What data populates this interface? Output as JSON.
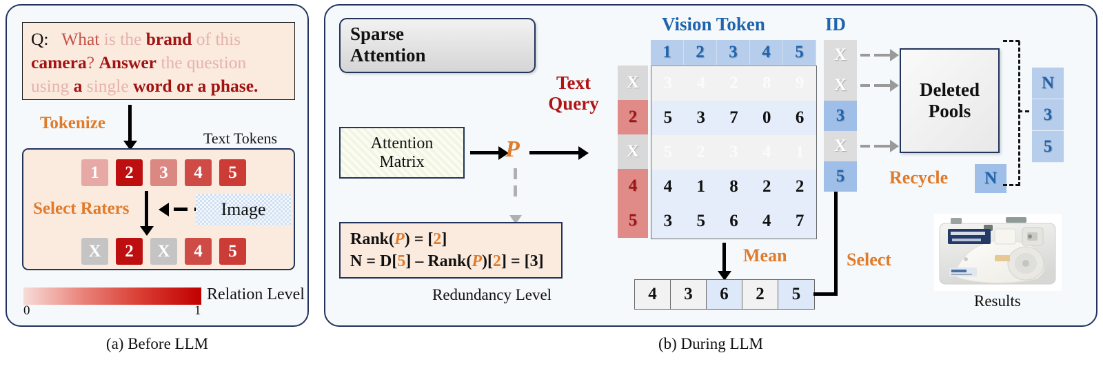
{
  "panel_a": {
    "caption": "(a) Before LLM",
    "question": {
      "prefix": "Q:",
      "words": [
        {
          "t": "What",
          "s": "mid"
        },
        {
          "t": "is",
          "s": "lite"
        },
        {
          "t": "the",
          "s": "lite"
        },
        {
          "t": "brand",
          "s": "dark"
        },
        {
          "t": "of",
          "s": "lite"
        },
        {
          "t": "this",
          "s": "lite"
        },
        {
          "t": "camera",
          "s": "dark"
        },
        {
          "t": "?",
          "s": "mid"
        },
        {
          "t": "Answer",
          "s": "dark"
        },
        {
          "t": "the",
          "s": "lite"
        },
        {
          "t": "question",
          "s": "lite"
        },
        {
          "t": "using",
          "s": "lite"
        },
        {
          "t": "a",
          "s": "dark"
        },
        {
          "t": "single",
          "s": "lite"
        },
        {
          "t": "word",
          "s": "dark"
        },
        {
          "t": "or",
          "s": "dark"
        },
        {
          "t": "a",
          "s": "dark"
        },
        {
          "t": "phase.",
          "s": "dark"
        }
      ],
      "line1": [
        "What",
        "is",
        "the",
        "brand",
        "of",
        "this"
      ],
      "line2": [
        "camera?",
        "Answer",
        "the",
        "question"
      ],
      "line3": [
        "using",
        "a",
        "single",
        "word",
        "or",
        "a",
        "phase."
      ]
    },
    "tokenize_label": "Tokenize",
    "text_tokens_label": "Text Tokens",
    "select_raters_label": "Select Raters",
    "image_label": "Image",
    "tokens_before": [
      {
        "v": "1",
        "c": "#e7a9a5"
      },
      {
        "v": "2",
        "c": "#bd0f0f"
      },
      {
        "v": "3",
        "c": "#dc8882"
      },
      {
        "v": "4",
        "c": "#cf4b45"
      },
      {
        "v": "5",
        "c": "#cb3c36"
      }
    ],
    "tokens_after": [
      {
        "v": "X",
        "c": "#c4c4c4"
      },
      {
        "v": "2",
        "c": "#bd0f0f"
      },
      {
        "v": "X",
        "c": "#c4c4c4"
      },
      {
        "v": "4",
        "c": "#cf4b45"
      },
      {
        "v": "5",
        "c": "#cb3c36"
      }
    ],
    "legend": {
      "min": "0",
      "max": "1",
      "label": "Relation Level"
    }
  },
  "panel_b": {
    "caption": "(b) During LLM",
    "sparse_attention": {
      "line1": "Sparse",
      "line2": "Attention"
    },
    "attention_matrix": {
      "line1": "Attention",
      "line2": "Matrix"
    },
    "p_symbol": "P",
    "formula": {
      "line1_a": "Rank(",
      "line1_p": "P",
      "line1_b": ") = [",
      "line1_v": "2",
      "line1_c": "]",
      "line2": "N = D[5] – Rank(P)[2] = [3]",
      "l2_n": "N = D[",
      "l2_d": "5",
      "l2_m": "] – Rank(",
      "l2_p": "P",
      "l2_b1": ")[",
      "l2_r": "2",
      "l2_b2": "] = [3]"
    },
    "redundancy_label": "Redundancy Level",
    "text_query_label": {
      "line1": "Text",
      "line2": "Query"
    },
    "vision_token_label": "Vision Token",
    "id_label": "ID",
    "vision_token_headers": [
      "1",
      "2",
      "3",
      "4",
      "5"
    ],
    "row_labels": [
      {
        "v": "X",
        "type": "x"
      },
      {
        "v": "2",
        "type": "n"
      },
      {
        "v": "X",
        "type": "x"
      },
      {
        "v": "4",
        "type": "n"
      },
      {
        "v": "5",
        "type": "n"
      }
    ],
    "matrix_rows": [
      {
        "values": [
          "3",
          "4",
          "2",
          "8",
          "9"
        ],
        "state": "faded"
      },
      {
        "values": [
          "5",
          "3",
          "7",
          "0",
          "6"
        ],
        "state": "active"
      },
      {
        "values": [
          "5",
          "2",
          "3",
          "4",
          "1"
        ],
        "state": "faded"
      },
      {
        "values": [
          "4",
          "1",
          "8",
          "2",
          "2"
        ],
        "state": "active"
      },
      {
        "values": [
          "3",
          "5",
          "6",
          "4",
          "7"
        ],
        "state": "active"
      }
    ],
    "mean_label": "Mean",
    "mean_values": [
      {
        "v": "4",
        "hl": false
      },
      {
        "v": "3",
        "hl": false
      },
      {
        "v": "6",
        "hl": true
      },
      {
        "v": "2",
        "hl": false
      },
      {
        "v": "5",
        "hl": true
      }
    ],
    "select_label": "Select",
    "id_column": [
      {
        "v": "X",
        "type": "x"
      },
      {
        "v": "X",
        "type": "x"
      },
      {
        "v": "3",
        "type": "n"
      },
      {
        "v": "X",
        "type": "x"
      },
      {
        "v": "5",
        "type": "n"
      }
    ],
    "deleted_pools": {
      "line1": "Deleted",
      "line2": "Pools"
    },
    "recycle_label": "Recycle",
    "recycle_token": "N",
    "result_tokens": [
      "N",
      "3",
      "5"
    ],
    "results_label": "Results"
  },
  "colors": {
    "panel_bg": "#f5f9fb",
    "panel_border": "#22335c",
    "peach": "#fbeade",
    "orange": "#e07b2b",
    "red_dark": "#a11313",
    "blue": "#1f64ad",
    "blue_fill": "#b7cdec"
  }
}
